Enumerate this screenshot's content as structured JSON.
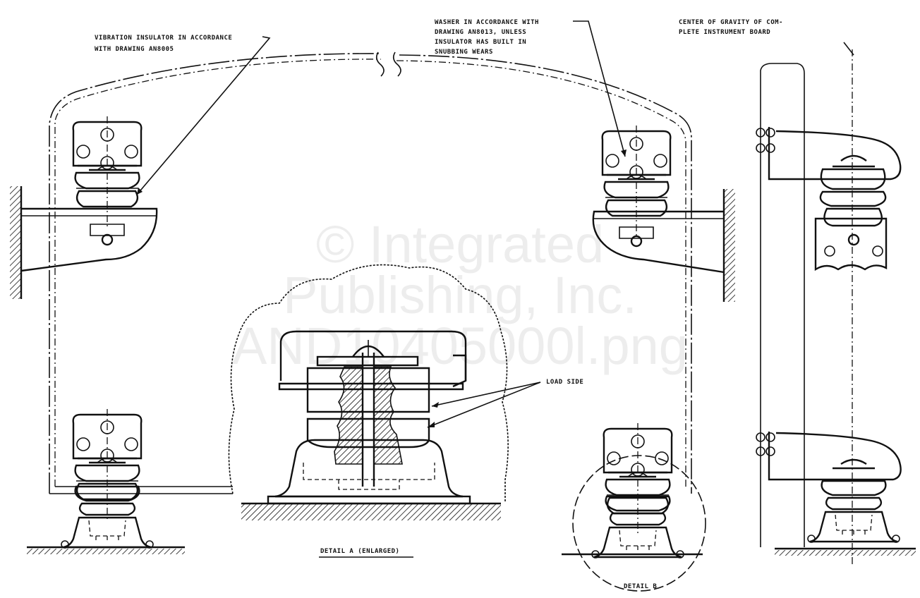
{
  "labels": {
    "vibration_insulator": [
      "VIBRATION INSULATOR IN ACCORDANCE",
      "WITH DRAWING AN8005"
    ],
    "washer": [
      "WASHER IN ACCORDANCE WITH",
      "DRAWING AN8013, UNLESS",
      "INSULATOR HAS BUILT IN",
      "SNUBBING WEARS"
    ],
    "center_of_gravity": [
      "CENTER OF GRAVITY OF COM-",
      "PLETE INSTRUMENT BOARD"
    ],
    "load_side": "LOAD SIDE",
    "detail_a": "DETAIL A (ENLARGED)",
    "detail_b": "DETAIL B"
  },
  "watermark": [
    "© Integrated",
    "Publishing, Inc.",
    "AND10405000l.png"
  ]
}
